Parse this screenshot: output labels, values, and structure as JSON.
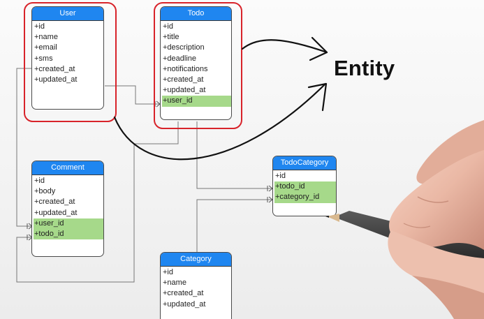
{
  "label": "Entity",
  "entities": [
    {
      "id": "user",
      "title": "User",
      "fields": [
        {
          "text": "+id",
          "fk": false
        },
        {
          "text": "+name",
          "fk": false
        },
        {
          "text": "+email",
          "fk": false
        },
        {
          "text": "+sms",
          "fk": false
        },
        {
          "text": "+created_at",
          "fk": false
        },
        {
          "text": "+updated_at",
          "fk": false
        }
      ]
    },
    {
      "id": "todo",
      "title": "Todo",
      "fields": [
        {
          "text": "+id",
          "fk": false
        },
        {
          "text": "+title",
          "fk": false
        },
        {
          "text": "+description",
          "fk": false
        },
        {
          "text": "+deadline",
          "fk": false
        },
        {
          "text": "+notifications",
          "fk": false
        },
        {
          "text": "+created_at",
          "fk": false
        },
        {
          "text": "+updated_at",
          "fk": false
        },
        {
          "text": "+user_id",
          "fk": true
        }
      ]
    },
    {
      "id": "comment",
      "title": "Comment",
      "fields": [
        {
          "text": "+id",
          "fk": false
        },
        {
          "text": "+body",
          "fk": false
        },
        {
          "text": "+created_at",
          "fk": false
        },
        {
          "text": "+updated_at",
          "fk": false
        },
        {
          "text": "+user_id",
          "fk": true
        },
        {
          "text": "+todo_id",
          "fk": true
        }
      ]
    },
    {
      "id": "todocategory",
      "title": "TodoCategory",
      "fields": [
        {
          "text": "+id",
          "fk": false
        },
        {
          "text": "+todo_id",
          "fk": true
        },
        {
          "text": "+category_id",
          "fk": true
        }
      ]
    },
    {
      "id": "category",
      "title": "Category",
      "fields": [
        {
          "text": "+id",
          "fk": false
        },
        {
          "text": "+name",
          "fk": false
        },
        {
          "text": "+created_at",
          "fk": false
        },
        {
          "text": "+updated_at",
          "fk": false
        }
      ]
    }
  ],
  "colors": {
    "header": "#1f86f0",
    "foreign_key": "#a6d98a",
    "highlight": "#d8232a",
    "arrow": "#111111"
  }
}
